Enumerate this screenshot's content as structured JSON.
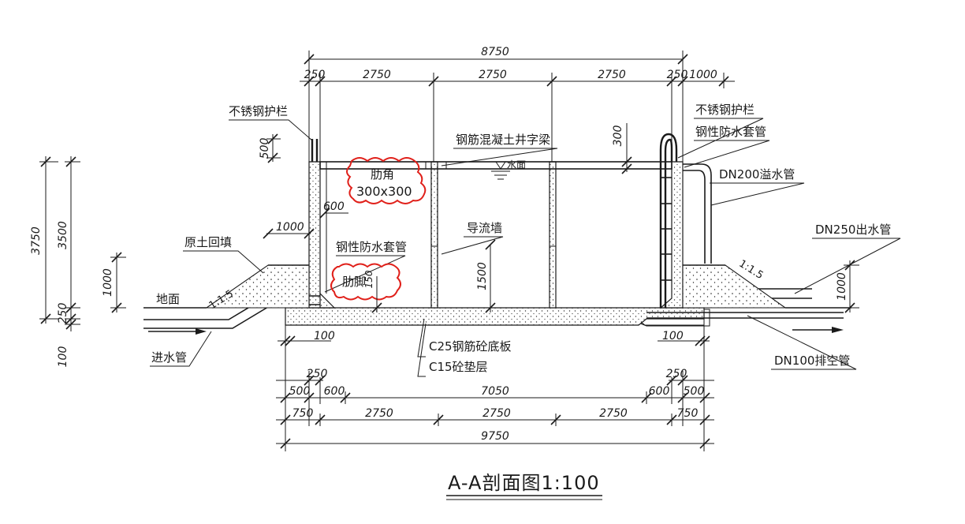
{
  "title": "A-A剖面图1:100",
  "labels": {
    "railing_left": "不锈钢护栏",
    "railing_right": "不锈钢护栏",
    "beam": "钢筋混凝土井字梁",
    "sleeve_right": "钢性防水套管",
    "sleeve_left": "钢性防水套管",
    "overflow": "DN200溢水管",
    "outlet": "DN250出水管",
    "drain": "DN100排空管",
    "inlet": "进水管",
    "ground": "地面",
    "backfill": "原土回填",
    "guide_wall": "导流墙",
    "water_level": "水面",
    "slab": "C25钢筋砼底板",
    "cushion": "C15砼垫层",
    "haunch_top_1": "肋角",
    "haunch_top_2": "300x300",
    "haunch_bottom": "肋脚",
    "slope_left": "1:1.5",
    "slope_right": "1:1.5"
  },
  "dims_top": {
    "total": "8750",
    "d250_left": "250",
    "d2750_1": "2750",
    "d2750_2": "2750",
    "d2750_3": "2750",
    "d250_right": "250",
    "d1000_right": "1000"
  },
  "dims_left": {
    "d3750": "3750",
    "d3500": "3500",
    "d1000": "1000",
    "d250": "250",
    "d100": "100"
  },
  "dims_mid": {
    "d500": "500",
    "d300": "300",
    "d600": "600",
    "d1000": "1000",
    "d1500": "1500",
    "d150": "150",
    "d100_left": "100",
    "d100_right": "100",
    "d1000_right": "1000"
  },
  "dims_bottom": {
    "d250_left": "250",
    "d250_right": "250",
    "d500_left": "500",
    "d600_left": "600",
    "d7050": "7050",
    "d600_right": "600",
    "d500_right": "500",
    "d750_left": "750",
    "d2750_1": "2750",
    "d2750_2": "2750",
    "d2750_3": "2750",
    "d750_right": "750",
    "total": "9750"
  }
}
